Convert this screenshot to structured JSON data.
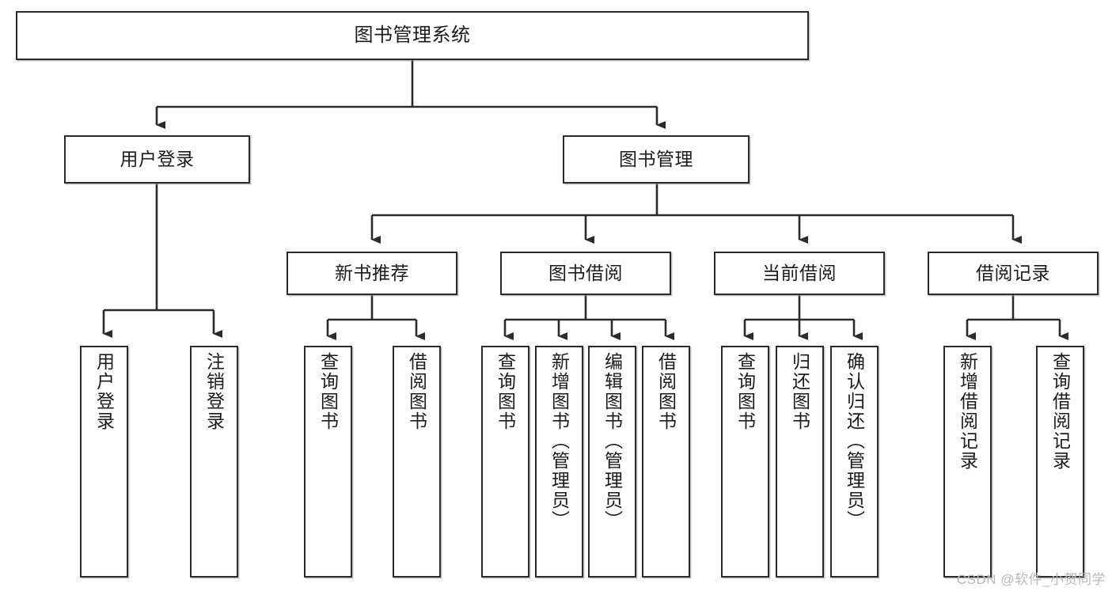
{
  "diagram": {
    "title": "图书管理系统",
    "type": "tree-hierarchy-diagram",
    "watermark": "CSDN @软件_小贺同学",
    "colors": {
      "stroke": "#2b2b2b",
      "fill": "#ffffff",
      "text": "#1b1b1b",
      "watermark": "#b9b9b9"
    },
    "nodes": {
      "root": {
        "label": "图书管理系统",
        "level": 1,
        "orientation": "horizontal"
      },
      "level2": [
        {
          "id": "user-login",
          "label": "用户登录"
        },
        {
          "id": "book-management",
          "label": "图书管理"
        }
      ],
      "level3": [
        {
          "id": "new-book-recommend",
          "label": "新书推荐"
        },
        {
          "id": "book-borrow",
          "label": "图书借阅"
        },
        {
          "id": "current-borrow",
          "label": "当前借阅"
        },
        {
          "id": "borrow-record",
          "label": "借阅记录"
        }
      ],
      "leaves": {
        "user-login": [
          {
            "id": "leaf-user-login",
            "label": "用户登录"
          },
          {
            "id": "leaf-logout-login",
            "label": "注销登录"
          }
        ],
        "new-book-recommend": [
          {
            "id": "leaf-query-book-1",
            "label": "查询图书"
          },
          {
            "id": "leaf-borrow-book-1",
            "label": "借阅图书"
          }
        ],
        "book-borrow": [
          {
            "id": "leaf-query-book-2",
            "label": "查询图书"
          },
          {
            "id": "leaf-add-book",
            "label": "新增图书（管理员）"
          },
          {
            "id": "leaf-edit-book",
            "label": "编辑图书（管理员）"
          },
          {
            "id": "leaf-borrow-book-2",
            "label": "借阅图书"
          }
        ],
        "current-borrow": [
          {
            "id": "leaf-query-book-3",
            "label": "查询图书"
          },
          {
            "id": "leaf-return-book",
            "label": "归还图书"
          },
          {
            "id": "leaf-confirm-return",
            "label": "确认归还（管理员）"
          }
        ],
        "borrow-record": [
          {
            "id": "leaf-add-record",
            "label": "新增借阅记录"
          },
          {
            "id": "leaf-query-record",
            "label": "查询借阅记录"
          }
        ]
      }
    }
  }
}
